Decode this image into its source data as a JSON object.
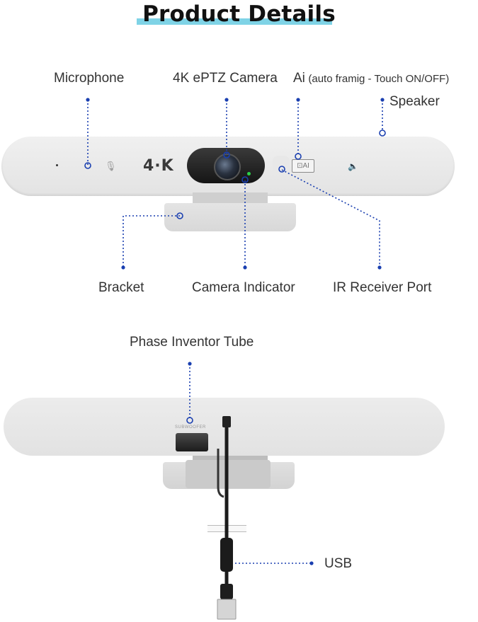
{
  "title": "Product Details",
  "device_marks": {
    "logo": "4·K",
    "ai_badge": "AI",
    "subwoofer": "SUBWOOFER"
  },
  "callouts": {
    "microphone": "Microphone",
    "camera": "4K ePTZ Camera",
    "ai_prefix": "Ai",
    "ai_detail": "(auto framig - Touch ON/OFF)",
    "speaker": "Speaker",
    "bracket": "Bracket",
    "camera_indicator": "Camera Indicator",
    "ir_receiver": "IR Receiver Port",
    "phase_inventor": "Phase Inventor Tube",
    "usb": "USB"
  },
  "colors": {
    "callout": "#1a3fb0",
    "title_highlight": "#7fd3e6",
    "indicator_led": "#2ad14a"
  },
  "icons": [
    "microphone-icon",
    "speaker-icon",
    "camera-lens-icon",
    "usb-plug-icon"
  ]
}
